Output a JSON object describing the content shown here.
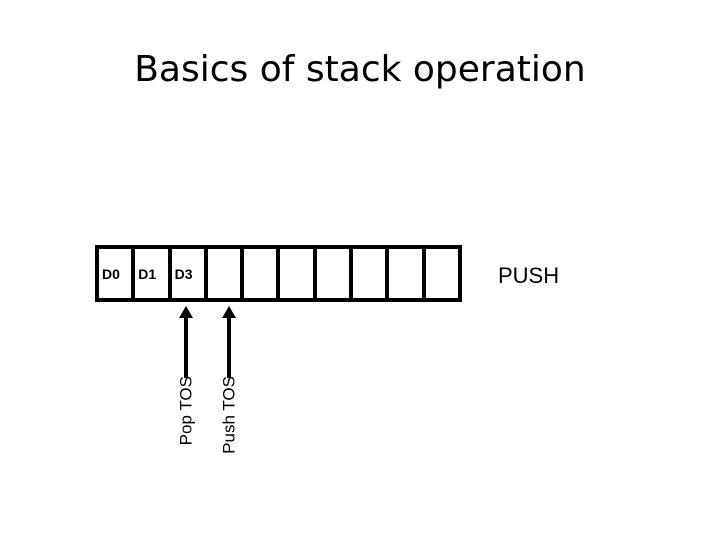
{
  "slide": {
    "title": "Basics of stack operation",
    "background_color": "#ffffff",
    "foreground_color": "#000000"
  },
  "stack": {
    "cell_count": 10,
    "cells": [
      {
        "label": "D0"
      },
      {
        "label": "D1"
      },
      {
        "label": "D3"
      },
      {
        "label": ""
      },
      {
        "label": ""
      },
      {
        "label": ""
      },
      {
        "label": ""
      },
      {
        "label": ""
      },
      {
        "label": ""
      },
      {
        "label": ""
      }
    ]
  },
  "annotations": {
    "operation_caption": "PUSH",
    "pointers": [
      {
        "label": "Pop TOS",
        "target_cell_index": 2
      },
      {
        "label": "Push TOS",
        "target_cell_index": 3
      }
    ]
  }
}
